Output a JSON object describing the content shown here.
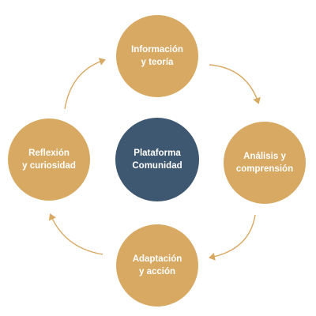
{
  "diagram": {
    "center": {
      "label": "Plataforma\nComunidad",
      "color": "#3f5871"
    },
    "nodes": [
      {
        "id": "top",
        "label": "Información\ny teoría"
      },
      {
        "id": "right",
        "label": "Análisis y\ncomprensión"
      },
      {
        "id": "bottom",
        "label": "Adaptación\ny acción"
      },
      {
        "id": "left",
        "label": "Reflexión\ny curiosidad"
      }
    ],
    "node_color": "#d8a962",
    "arrow_color": "#d8a962",
    "flow": "clockwise"
  }
}
